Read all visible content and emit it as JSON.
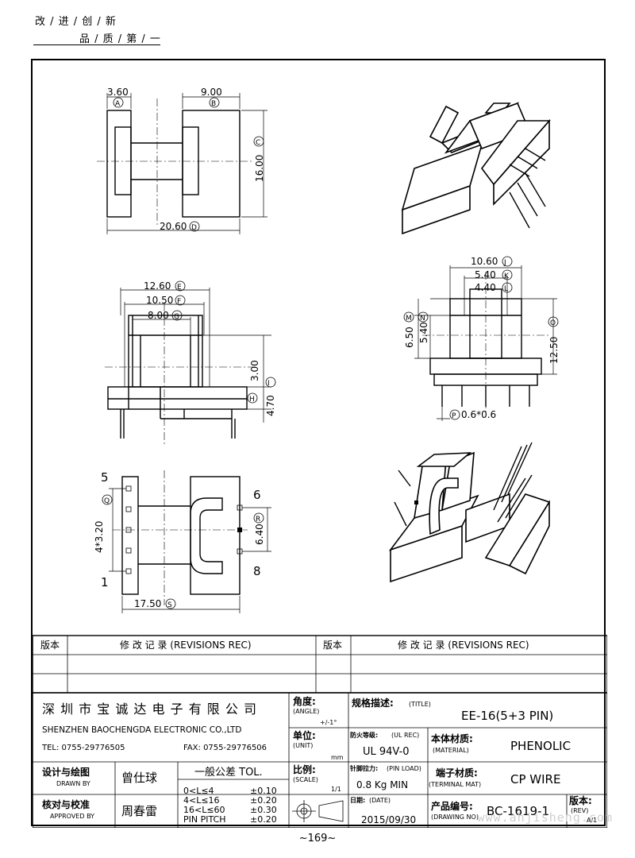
{
  "header": {
    "slogan_line1": "改 / 进 / 创 / 新",
    "slogan_line2": "品 / 质 / 第 / 一"
  },
  "dimensions": {
    "top_view": {
      "a": "3.60",
      "a_tag": "A",
      "b": "9.00",
      "b_tag": "B",
      "c": "16.00",
      "c_tag": "C",
      "d": "20.60",
      "d_tag": "D"
    },
    "front_view": {
      "e": "12.60",
      "e_tag": "E",
      "f": "10.50",
      "f_tag": "F",
      "g": "8.00",
      "g_tag": "G",
      "i": "3.00",
      "i_tag": "I",
      "h": "4.70",
      "h_tag": "H"
    },
    "side_view": {
      "j": "10.60",
      "j_tag": "J",
      "k": "5.40",
      "k_tag": "K",
      "l": "4.40",
      "l_tag": "L",
      "m": "6.50",
      "m_tag": "M",
      "n": "5.40",
      "n_tag": "N",
      "o": "12.50",
      "o_tag": "O",
      "p": "0.6*0.6",
      "p_tag": "P"
    },
    "bottom_view": {
      "q": "4*3.20",
      "q_tag": "Q",
      "r": "6.40",
      "r_tag": "R",
      "s": "17.50",
      "s_tag": "S",
      "pin5": "5",
      "pin1": "1",
      "pin6": "6",
      "pin8": "8"
    }
  },
  "revisions": {
    "col_no": "版本",
    "col_rec": "修 改 记 录 (REVISIONS REC)"
  },
  "title_block": {
    "company_cn": "深 圳 市 宝 诚 达 电 子 有 限 公 司",
    "company_en": "SHENZHEN BAOCHENGDA ELECTRONIC CO.,LTD",
    "tel": "TEL: 0755-29776505",
    "fax": "FAX: 0755-29776506",
    "angle_label": "角度:",
    "angle_en": "(ANGLE)",
    "angle_value": "+/-1°",
    "unit_label": "单位:",
    "unit_en": "(UNIT)",
    "unit_value": "mm",
    "scale_label": "比例:",
    "scale_en": "(SCALE)",
    "scale_value": "1/1",
    "title_label": "规格描述:",
    "title_en": "(TITLE)",
    "title_value": "EE-16(5+3 PIN)",
    "ul_label": "防火等级:",
    "ul_en": "(UL REC)",
    "ul_value": "UL 94V-0",
    "material_label": "本体材质:",
    "material_en": "(MATERIAL)",
    "material_value": "PHENOLIC",
    "pinload_label": "针脚拉力:",
    "pinload_en": "(PIN LOAD)",
    "pinload_value": "0.8 Kg MIN",
    "terminal_label": "端子材质:",
    "terminal_en": "(TERMINAL MAT)",
    "terminal_value": "CP WIRE",
    "date_label": "日期:",
    "date_en": "(DATE)",
    "date_value": "2015/09/30",
    "drawing_label": "产品编号:",
    "drawing_en": "(DRAWING NO)",
    "drawing_value": "BC-1619-1",
    "rev_label": "版本:",
    "rev_en": "(REV)",
    "rev_value": "A/1",
    "drawn_label": "设计与绘图",
    "drawn_en": "DRAWN BY",
    "drawn_value": "曾仕球",
    "approved_label": "核对与校准",
    "approved_en": "APPROVED BY",
    "approved_value": "周春雷",
    "tol_title": "一般公差 TOL.",
    "tol_rows": [
      {
        "range": "0<L≤4",
        "tol": "±0.10"
      },
      {
        "range": "4<L≤16",
        "tol": "±0.20"
      },
      {
        "range": "16<L≤60",
        "tol": "±0.30"
      },
      {
        "range": "PIN PITCH",
        "tol": "±0.20"
      }
    ]
  },
  "footer": {
    "page_number": "~169~",
    "watermark": "www.ahjisheng.com"
  }
}
